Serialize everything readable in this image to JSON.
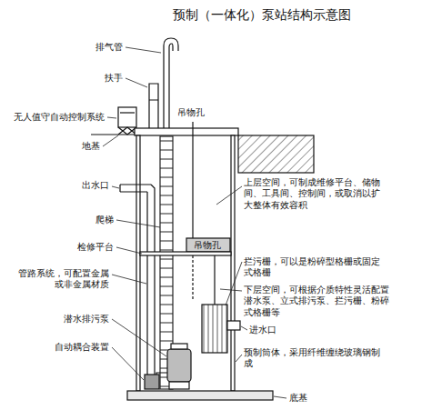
{
  "diagram": {
    "title": "预制（一体化）泵站结构示意图",
    "labels": [
      "排气管",
      "扶手",
      "无人值守自动控制系统",
      "地基",
      "出水口",
      "爬梯",
      "检修平台",
      "管路系统，可配置金属或非金属材质",
      "潜水排污泵",
      "自动耦合装置",
      "吊物孔",
      "上层空间，可制成维修平台、储物间、工具间、控制间，或取消以扩大整体有效容积",
      "吊物孔",
      "拦污栅，可以是粉碎型格栅或固定式格栅",
      "下层空间，可根据介质特性灵活配置潜水泵、立式排污泵、拦污栅、粉碎式格栅等",
      "进水口",
      "预制筒体，采用纤维缠绕玻璃钢制成",
      "底基"
    ]
  }
}
